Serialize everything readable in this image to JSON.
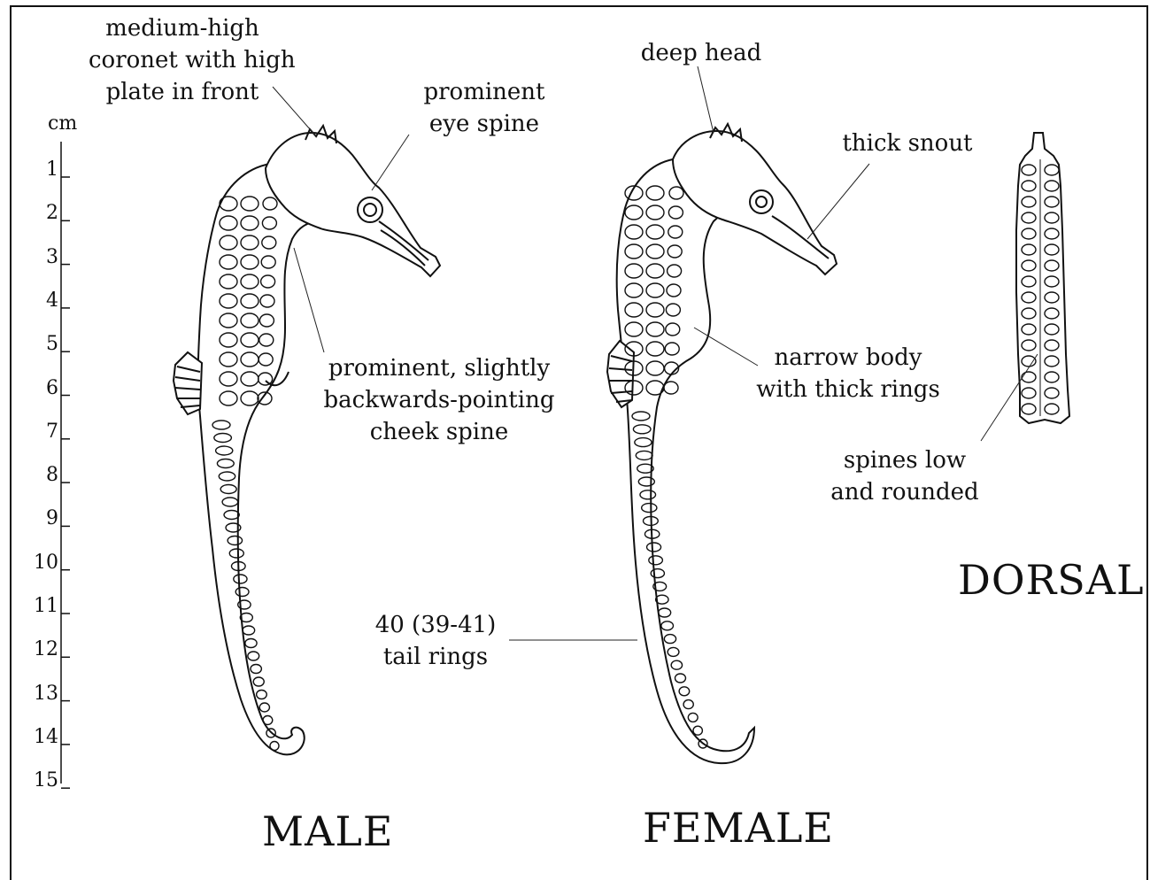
{
  "scale": {
    "unit": "cm",
    "ticks": [
      "1",
      "2",
      "3",
      "4",
      "5",
      "6",
      "7",
      "8",
      "9",
      "10",
      "11",
      "12",
      "13",
      "14",
      "15"
    ]
  },
  "labels": {
    "coronet": [
      "medium-high",
      "coronet with high",
      "plate in front"
    ],
    "eye_spine": [
      "prominent",
      "eye spine"
    ],
    "cheek_spine": [
      "prominent, slightly",
      "backwards-pointing",
      "cheek spine"
    ],
    "deep_head": "deep head",
    "thick_snout": "thick snout",
    "narrow_body": [
      "narrow body",
      "with thick rings"
    ],
    "spines_low": [
      "spines low",
      "and rounded"
    ],
    "tail_rings": [
      "40 (39-41)",
      "tail rings"
    ]
  },
  "views": {
    "male": "MALE",
    "female": "FEMALE",
    "dorsal": "DORSAL"
  }
}
